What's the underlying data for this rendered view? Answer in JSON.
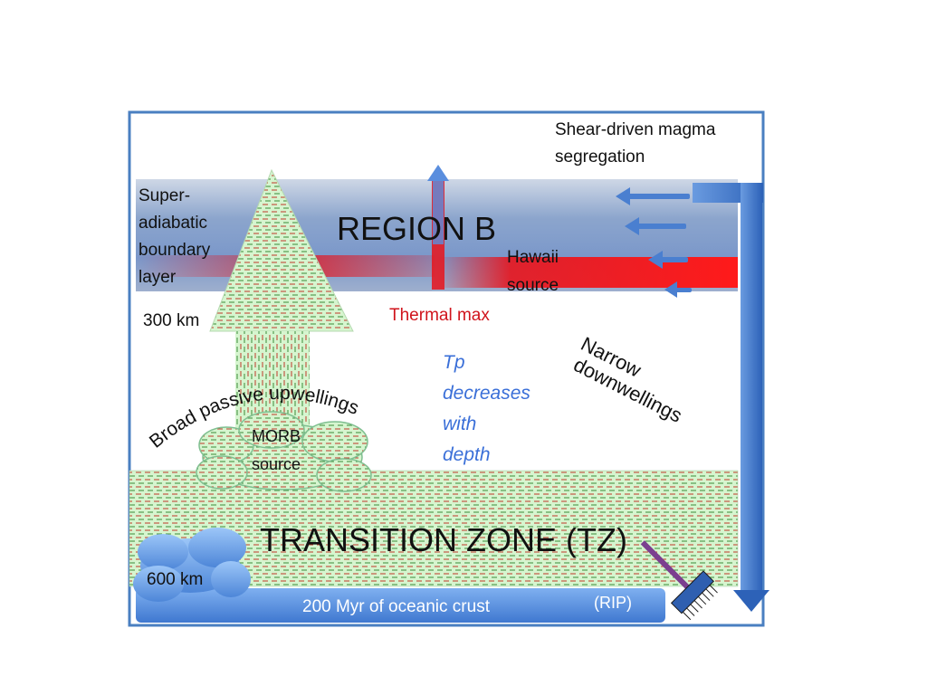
{
  "labels": {
    "shear_line1": "Shear-driven magma",
    "shear_line2": "segregation",
    "super_1": "Super-",
    "super_2": "adiabatic",
    "super_3": "boundary",
    "super_4": "layer",
    "region_b": "REGION B",
    "hawaii_1": "Hawaii",
    "hawaii_2": "source",
    "thermal_max": "Thermal max",
    "depth_300": "300 km",
    "tp_1": "Tp",
    "tp_2": "decreases",
    "tp_3": "with",
    "tp_4": "depth",
    "narrow_1": "Narrow",
    "narrow_2": "downwellings",
    "broad": "Broad passive upwellings",
    "morb_1": "MORB",
    "morb_2": "source",
    "transition_zone": "TRANSITION ZONE  (TZ)",
    "depth_600": "600 km",
    "oceanic_crust": "200 Myr of oceanic crust",
    "rip": "(RIP)"
  },
  "colors": {
    "frame": "#4a7fc1",
    "band_blue": "#6f8fbf",
    "thermal_red": "#e8141c",
    "arrow_blue": "#4a7fd0",
    "tp_text": "#3a6fd8",
    "thermal_text": "#d0141c",
    "stripe_green": "#c8f0c0",
    "stripe_red": "#c0392b"
  }
}
